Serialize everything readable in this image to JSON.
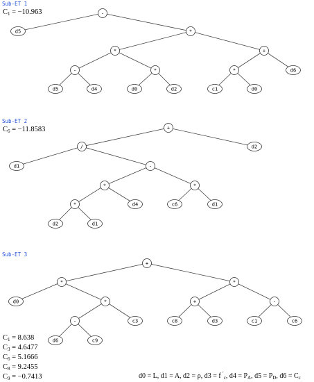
{
  "trees": [
    {
      "title": "Sub-ET 1",
      "constant": {
        "lead": "C",
        "sub": "1",
        "rest": " = −10.963"
      },
      "root": {
        "label": "-",
        "children": [
          {
            "label": "d5"
          },
          {
            "label": "*",
            "children": [
              {
                "label": "*",
                "children": [
                  {
                    "label": "-",
                    "children": [
                      {
                        "label": "d5"
                      },
                      {
                        "label": "d4"
                      }
                    ]
                  },
                  {
                    "label": "*",
                    "children": [
                      {
                        "label": "d0"
                      },
                      {
                        "label": "d2"
                      }
                    ]
                  }
                ]
              },
              {
                "label": "+",
                "children": [
                  {
                    "label": "*",
                    "children": [
                      {
                        "label": "c1"
                      },
                      {
                        "label": "d0"
                      }
                    ]
                  },
                  {
                    "label": "d6"
                  }
                ]
              }
            ]
          }
        ]
      }
    },
    {
      "title": "Sub-ET 2",
      "constant": {
        "lead": "C",
        "sub": "6",
        "rest": " = −11.8583"
      },
      "root": {
        "label": "+",
        "children": [
          {
            "label": "/",
            "children": [
              {
                "label": "d1"
              },
              {
                "label": "-",
                "children": [
                  {
                    "label": "*",
                    "children": [
                      {
                        "label": "*",
                        "children": [
                          {
                            "label": "d2"
                          },
                          {
                            "label": "d1"
                          }
                        ]
                      },
                      {
                        "label": "d4"
                      }
                    ]
                  },
                  {
                    "label": "*",
                    "children": [
                      {
                        "label": "c6"
                      },
                      {
                        "label": "d1"
                      }
                    ]
                  }
                ]
              }
            ]
          },
          {
            "label": "d2"
          }
        ]
      }
    },
    {
      "title": "Sub-ET 3",
      "root": {
        "label": "+",
        "children": [
          {
            "label": "*",
            "children": [
              {
                "label": "d0"
              },
              {
                "label": "*",
                "children": [
                  {
                    "label": "-",
                    "children": [
                      {
                        "label": "d6"
                      },
                      {
                        "label": "c9"
                      }
                    ]
                  },
                  {
                    "label": "c3"
                  }
                ]
              }
            ]
          },
          {
            "label": "*",
            "children": [
              {
                "label": "+",
                "children": [
                  {
                    "label": "c8"
                  },
                  {
                    "label": "d3"
                  }
                ]
              },
              {
                "label": "-",
                "children": [
                  {
                    "label": "c1"
                  },
                  {
                    "label": "c6"
                  }
                ]
              }
            ]
          }
        ]
      }
    }
  ],
  "constants_list": [
    {
      "lead": "C",
      "sub": "1",
      "rest": " = 8.638"
    },
    {
      "lead": "C",
      "sub": "3",
      "rest": " = 4.6477"
    },
    {
      "lead": "C",
      "sub": "6",
      "rest": " = 5.1666"
    },
    {
      "lead": "C",
      "sub": "8",
      "rest": " = 9.2455"
    },
    {
      "lead": "C",
      "sub": "9",
      "rest": " = −0.7413"
    }
  ],
  "legend": [
    {
      "text": "d0 = L, d1 = A, d2 = ρ, d3 = f "
    },
    {
      "text": "′",
      "sup": true
    },
    {
      "text": "c",
      "sub": true
    },
    {
      "text": ", d4 = P"
    },
    {
      "text": "A",
      "sub": true
    },
    {
      "text": ", d5 = P"
    },
    {
      "text": "D",
      "sub": true
    },
    {
      "text": ", d6 = C"
    },
    {
      "text": "c",
      "sub": true
    }
  ]
}
